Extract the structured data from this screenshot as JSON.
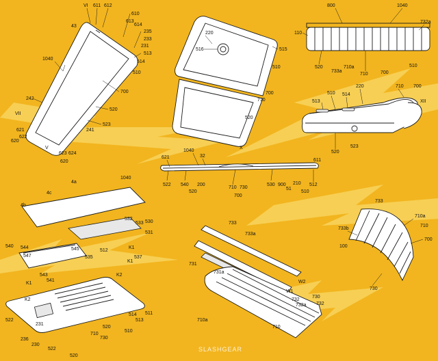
{
  "background_color": "#f2b51f",
  "bolt_color": "#f7cf54",
  "watermark": "SLASHGEAR",
  "fig_phone": {
    "labels": [
      "VI",
      "611",
      "612",
      "610",
      "613",
      "614",
      "235",
      "233",
      "231",
      "513",
      "514",
      "510",
      "43",
      "1040",
      "700",
      "242",
      "520",
      "523",
      "241",
      "VII",
      "621",
      "622",
      "620",
      "V",
      "623",
      "624",
      "620"
    ]
  },
  "fig_folded": {
    "labels": [
      "220",
      "516",
      "515",
      "510",
      "700",
      "710",
      "520"
    ]
  },
  "fig_hinge_top": {
    "labels": [
      "800",
      "1040",
      "732a",
      "110",
      "520",
      "733a",
      "710a",
      "710",
      "700",
      "510"
    ]
  },
  "fig_folded_side": {
    "labels": [
      "510",
      "514",
      "220",
      "710",
      "700",
      "513",
      "XII",
      "520",
      "523"
    ]
  },
  "fig_section": {
    "labels": [
      "621",
      "1040",
      "32",
      "X",
      "611",
      "522",
      "540",
      "200",
      "520",
      "710",
      "730",
      "530",
      "900",
      "51",
      "210",
      "512",
      "510",
      "700"
    ]
  },
  "fig_exploded_left": {
    "labels": [
      "4a",
      "1040",
      "4c",
      "4b",
      "532",
      "533",
      "530",
      "531",
      "540",
      "544",
      "547",
      "545",
      "535",
      "512",
      "K1",
      "537",
      "K1",
      "543",
      "541",
      "K2",
      "K2",
      "522",
      "231",
      "236",
      "230",
      "522",
      "520",
      "710",
      "730",
      "510",
      "514",
      "513",
      "511"
    ]
  },
  "fig_exploded_mid": {
    "labels": [
      "733",
      "733a",
      "731",
      "731a",
      "W2",
      "W1",
      "732",
      "732a",
      "730",
      "710a",
      "710"
    ]
  },
  "fig_hinge_arc": {
    "labels": [
      "733",
      "710a",
      "710",
      "733b",
      "700",
      "100",
      "730"
    ]
  }
}
